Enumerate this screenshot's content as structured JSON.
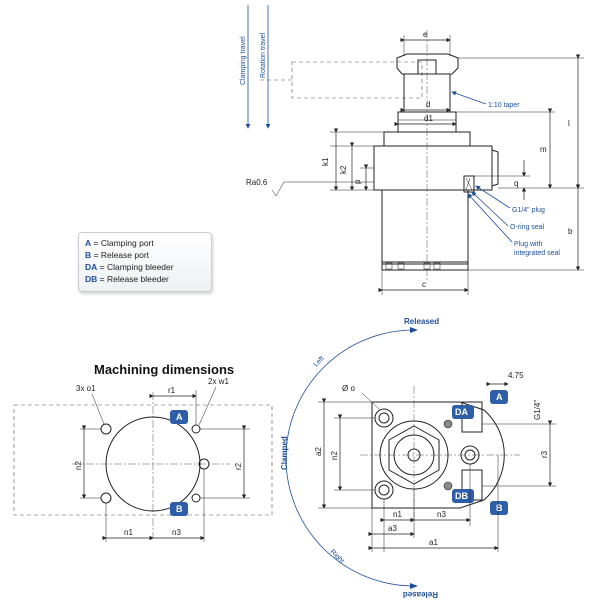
{
  "side_view": {
    "motion_labels": {
      "clamping_travel": "Clamping travel",
      "rotation_travel": "Rotation travel"
    },
    "dims": {
      "e": "e",
      "d": "d",
      "d1": "d1",
      "l": "l",
      "m": "m",
      "k1": "k1",
      "k2": "k2",
      "p": "p",
      "q": "q",
      "b": "b",
      "c": "c",
      "ra": "Ra0.6"
    },
    "callouts": {
      "taper": "1:10 taper",
      "plug": "G1/4\" plug",
      "oring": "O-ring seal",
      "plug_seal_1": "Plug with",
      "plug_seal_2": "integrated seal"
    }
  },
  "legend": [
    {
      "key": "A",
      "text": " = Clamping port"
    },
    {
      "key": "B",
      "text": " = Release port"
    },
    {
      "key": "DA",
      "text": " = Clamping bleeder"
    },
    {
      "key": "DB",
      "text": " = Release bleeder"
    }
  ],
  "machining": {
    "title": "Machining dimensions",
    "labels": {
      "o1": "3x o1",
      "w1": "2x w1",
      "r1": "r1",
      "r2": "r2",
      "n1": "n1",
      "n2": "n2",
      "n3": "n3"
    },
    "ports": {
      "a": "A",
      "b": "B"
    }
  },
  "top_view": {
    "labels": {
      "released_top": "Released",
      "released_bottom": "Released",
      "clamped": "Clamped",
      "left": "Left",
      "right": "Right",
      "o": "Ø o",
      "dim_475": "4.75",
      "g14": "G1/4\"",
      "a1": "a1",
      "a2": "a2",
      "a3": "a3",
      "n1": "n1",
      "n2": "n2",
      "n3": "n3",
      "r3": "r3"
    },
    "ports": {
      "a": "A",
      "b": "B",
      "da": "DA",
      "db": "DB"
    }
  },
  "colors": {
    "accent": "#1f4e9c",
    "badge": "#2e5ea8"
  }
}
